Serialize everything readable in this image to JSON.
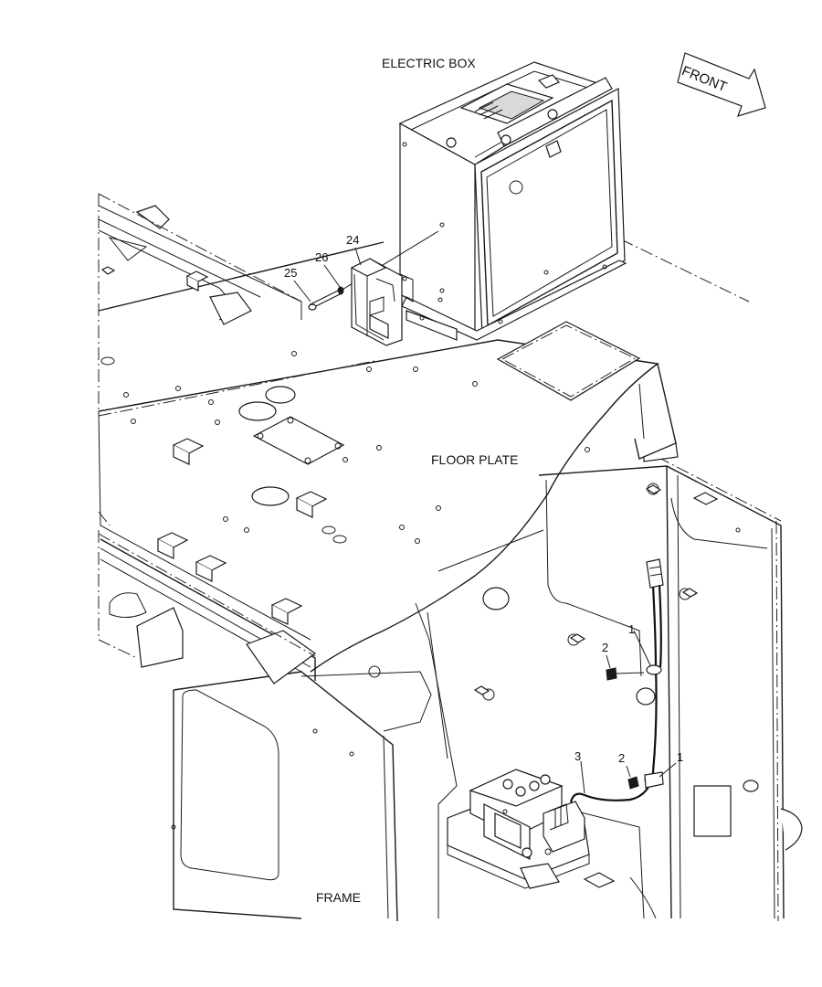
{
  "labels": {
    "electric_box": "ELECTRIC BOX",
    "front": "FRONT",
    "floor_plate": "FLOOR PLATE",
    "frame": "FRAME"
  },
  "callouts": {
    "screw": "25",
    "washer": "26",
    "bracket": "24",
    "clamp_upper": "1",
    "bolt_upper": "2",
    "harness": "3",
    "bolt_lower": "2",
    "clamp_lower": "1"
  }
}
